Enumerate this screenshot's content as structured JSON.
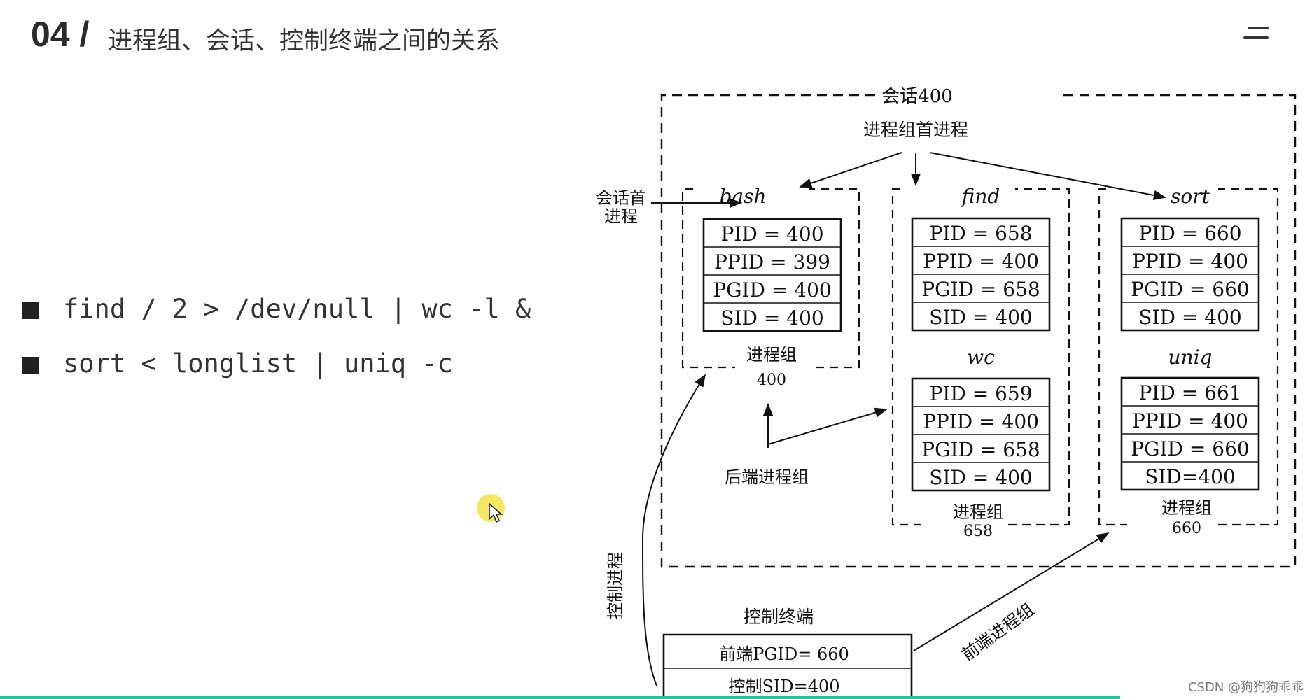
{
  "slide": {
    "number": "04 /",
    "title": "进程组、会话、控制终端之间的关系",
    "menu_icon": "menu-icon"
  },
  "bullets": [
    "find / 2 > /dev/null | wc -l &",
    "sort < longlist | uniq -c"
  ],
  "diagram": {
    "session_label": "会话400",
    "group_leader_label": "进程组首进程",
    "session_leader_label_line1": "会话首",
    "session_leader_label_line2": "进程",
    "groups": [
      {
        "label": "进程组",
        "id": "400",
        "processes": [
          {
            "name": "bash",
            "fields": [
              "PID = 400",
              "PPID = 399",
              "PGID = 400",
              "SID = 400"
            ]
          }
        ]
      },
      {
        "label": "进程组",
        "id": "658",
        "processes": [
          {
            "name": "find",
            "fields": [
              "PID = 658",
              "PPID = 400",
              "PGID = 658",
              "SID = 400"
            ]
          },
          {
            "name": "wc",
            "fields": [
              "PID = 659",
              "PPID = 400",
              "PGID = 658",
              "SID = 400"
            ]
          }
        ]
      },
      {
        "label": "进程组",
        "id": "660",
        "processes": [
          {
            "name": "sort",
            "fields": [
              "PID = 660",
              "PPID = 400",
              "PGID = 660",
              "SID = 400"
            ]
          },
          {
            "name": "uniq",
            "fields": [
              "PID = 661",
              "PPID = 400",
              "PGID = 660",
              "SID=400"
            ]
          }
        ]
      }
    ],
    "background_group_label": "后端进程组",
    "controlling_process_label": "控制进程",
    "terminal": {
      "title": "控制终端",
      "rows": [
        "前端PGID=  660",
        "控制SID=400"
      ]
    },
    "foreground_group_label": "前端进程组"
  },
  "watermark": "CSDN @狗狗狗乖乖"
}
